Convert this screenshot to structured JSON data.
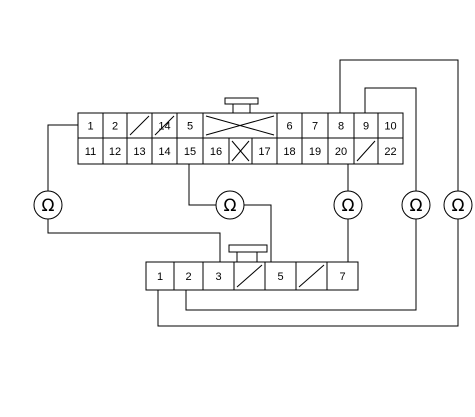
{
  "connector_a": {
    "top_row": [
      {
        "label": "1"
      },
      {
        "label": "2"
      },
      {
        "label": ""
      },
      {
        "label": "14"
      },
      {
        "label": "5"
      },
      {
        "label": ""
      },
      {
        "label": "6"
      },
      {
        "label": "7"
      },
      {
        "label": "8"
      },
      {
        "label": "9"
      },
      {
        "label": "10"
      }
    ],
    "bottom_row": [
      {
        "label": "11"
      },
      {
        "label": "12"
      },
      {
        "label": "13"
      },
      {
        "label": "14"
      },
      {
        "label": "15"
      },
      {
        "label": "16"
      },
      {
        "label": ""
      },
      {
        "label": "17"
      },
      {
        "label": "18"
      },
      {
        "label": "19"
      },
      {
        "label": "20"
      },
      {
        "label": ""
      },
      {
        "label": "22"
      }
    ]
  },
  "connector_b": {
    "pins": [
      {
        "label": "1"
      },
      {
        "label": "2"
      },
      {
        "label": "3"
      },
      {
        "label": ""
      },
      {
        "label": "5"
      },
      {
        "label": ""
      },
      {
        "label": "7"
      }
    ]
  },
  "ohm_symbol": "Ω",
  "meters": [
    "ohmmeter-1",
    "ohmmeter-2",
    "ohmmeter-3",
    "ohmmeter-4",
    "ohmmeter-5"
  ],
  "colors": {
    "line": "#000000",
    "background": "#ffffff"
  }
}
